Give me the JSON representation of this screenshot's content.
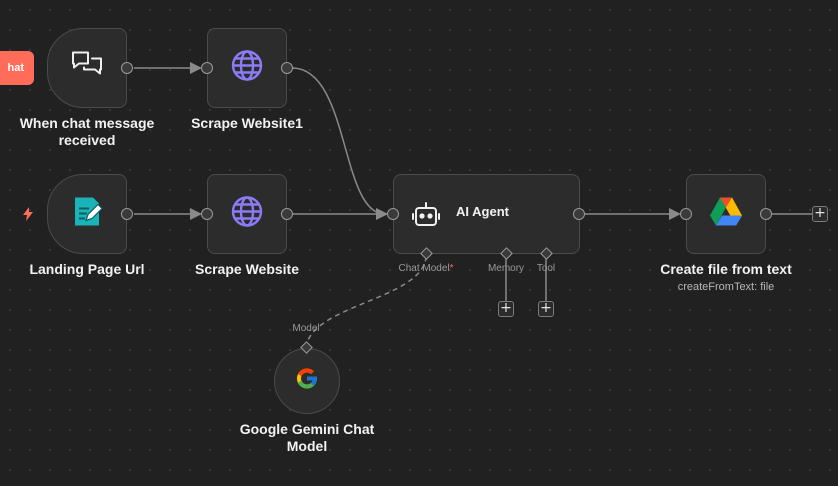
{
  "open_chat_tab": "hat",
  "nodes": {
    "chat_trigger": {
      "label": "When chat message received",
      "icon": "chat-bubbles-icon"
    },
    "scrape_website1": {
      "label": "Scrape Website1",
      "icon": "globe-icon"
    },
    "landing_page": {
      "label": "Landing Page Url",
      "icon": "form-icon",
      "badge_icon": "lightning-icon"
    },
    "scrape_website": {
      "label": "Scrape Website",
      "icon": "globe-icon"
    },
    "ai_agent": {
      "label": "AI Agent",
      "icon": "robot-icon",
      "ports": {
        "chat_model": "Chat Model",
        "required_mark": "*",
        "memory": "Memory",
        "tool": "Tool"
      }
    },
    "create_file": {
      "label": "Create file from text",
      "sublabel": "createFromText: file",
      "icon": "google-drive-icon"
    },
    "gemini": {
      "label": "Google Gemini Chat Model",
      "port_label": "Model",
      "icon": "google-g-icon"
    }
  },
  "plus_symbol": "+",
  "colors": {
    "background": "#212121",
    "node": "#2c2c2c",
    "accent": "#ff6d5a",
    "globe": "#8b7cf6",
    "form": "#1ab3b8"
  }
}
